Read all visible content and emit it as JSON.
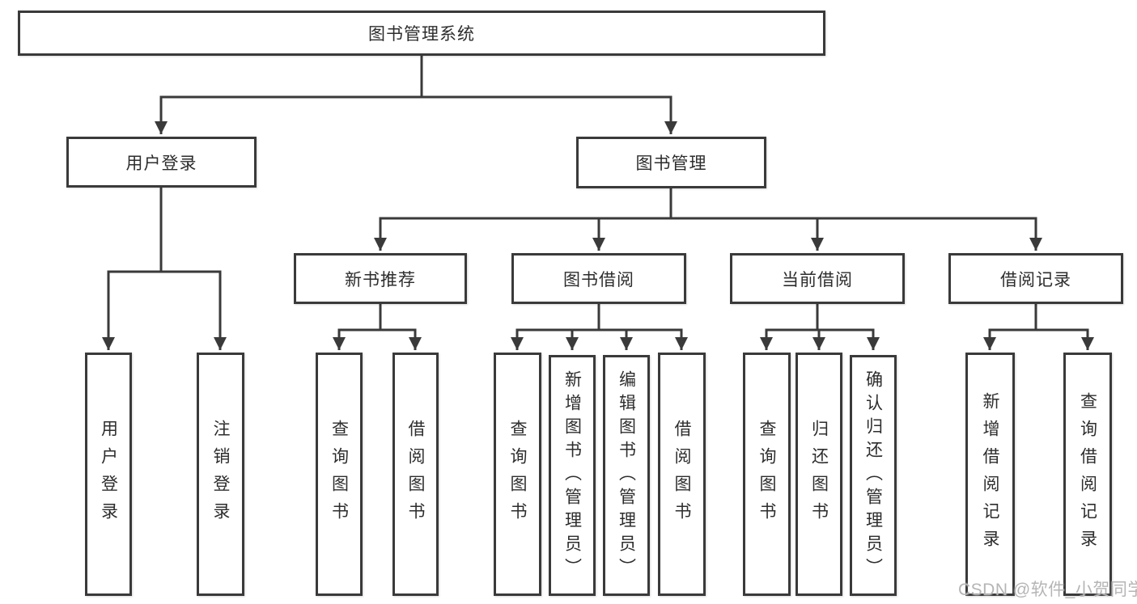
{
  "diagram": {
    "title": "图书管理系统",
    "watermark": "CSDN @软件_小贺同学",
    "colors": {
      "line": "#3a3a3a",
      "border": "#3a3a3a",
      "text": "#2d2d2d",
      "box_background": "#ffffff",
      "watermark": "#b5b5b5"
    },
    "nodes": {
      "root": {
        "label": "图书管理系统"
      },
      "userLogin": {
        "label": "用户登录"
      },
      "bookMgmt": {
        "label": "图书管理"
      },
      "newBookRec": {
        "label": "新书推荐"
      },
      "bookBorrow": {
        "label": "图书借阅"
      },
      "currentBorrow": {
        "label": "当前借阅"
      },
      "borrowRecords": {
        "label": "借阅记录"
      },
      "userLoginLeaf": {
        "label": "用户登录"
      },
      "logoutLeaf": {
        "label": "注销登录"
      },
      "queryBooks1": {
        "label": "查询图书"
      },
      "borrowBooks1": {
        "label": "借阅图书"
      },
      "queryBooks2": {
        "label": "查询图书"
      },
      "addBooksAdmin": {
        "label": "新增图书（管理员）"
      },
      "editBooksAdmin": {
        "label": "编辑图书（管理员）"
      },
      "borrowBooks2": {
        "label": "借阅图书"
      },
      "queryBooks3": {
        "label": "查询图书"
      },
      "returnBooks": {
        "label": "归还图书"
      },
      "confirmReturnAdmin": {
        "label": "确认归还（管理员）"
      },
      "addBorrowRecord": {
        "label": "新增借阅记录"
      },
      "queryBorrowRecord": {
        "label": "查询借阅记录"
      }
    },
    "hierarchy": [
      {
        "parent": "图书管理系统",
        "children": [
          "用户登录",
          "图书管理"
        ]
      },
      {
        "parent": "用户登录",
        "children": [
          "用户登录",
          "注销登录"
        ]
      },
      {
        "parent": "图书管理",
        "children": [
          "新书推荐",
          "图书借阅",
          "当前借阅",
          "借阅记录"
        ]
      },
      {
        "parent": "新书推荐",
        "children": [
          "查询图书",
          "借阅图书"
        ]
      },
      {
        "parent": "图书借阅",
        "children": [
          "查询图书",
          "新增图书（管理员）",
          "编辑图书（管理员）",
          "借阅图书"
        ]
      },
      {
        "parent": "当前借阅",
        "children": [
          "查询图书",
          "归还图书",
          "确认归还（管理员）"
        ]
      },
      {
        "parent": "借阅记录",
        "children": [
          "新增借阅记录",
          "查询借阅记录"
        ]
      }
    ]
  }
}
